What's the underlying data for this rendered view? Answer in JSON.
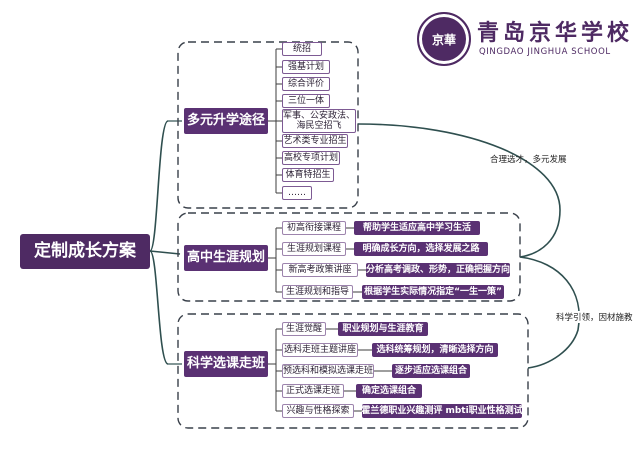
{
  "logo": {
    "seal_text": "京華",
    "school_cn": "青岛京华学校",
    "school_en": "QINGDAO JINGHUA SCHOOL"
  },
  "root": {
    "label": "定制成长方案"
  },
  "branches": [
    {
      "label": "多元升学途径",
      "items": [
        "统招",
        "强基计划",
        "综合评价",
        "三位一体",
        "军事、公安政法、\n海民空招飞",
        "艺术类专业招生",
        "高校专项计划",
        "体育特招生",
        "……"
      ]
    },
    {
      "label": "高中生涯规划",
      "items": [
        {
          "label": "初高衔接课程",
          "desc": "帮助学生适应高中学习生活"
        },
        {
          "label": "生涯规划课程",
          "desc": "明确成长方向，选择发展之路"
        },
        {
          "label": "新高考政策讲座",
          "desc": "分析高考调政、形势，正确把握方向"
        },
        {
          "label": "生涯规划和指导",
          "desc": "根据学生实际情况指定“一生一策”"
        }
      ]
    },
    {
      "label": "科学选课走班",
      "items": [
        {
          "label": "生涯觉醒",
          "desc": "职业规划与生涯教育"
        },
        {
          "label": "选科走班主题讲座",
          "desc": "选科统筹规划，清晰选择方向"
        },
        {
          "label": "预选科和模拟选课走班",
          "desc": "逐步适应选课组合"
        },
        {
          "label": "正式选课走班",
          "desc": "确定选课组合"
        },
        {
          "label": "兴趣与性格探索",
          "desc": "霍兰德职业兴趣测评 mbti职业性格测试"
        }
      ]
    }
  ],
  "notes": {
    "top_right": "合理选才，多元发展",
    "bottom_right": "科学引领，因材施教"
  }
}
